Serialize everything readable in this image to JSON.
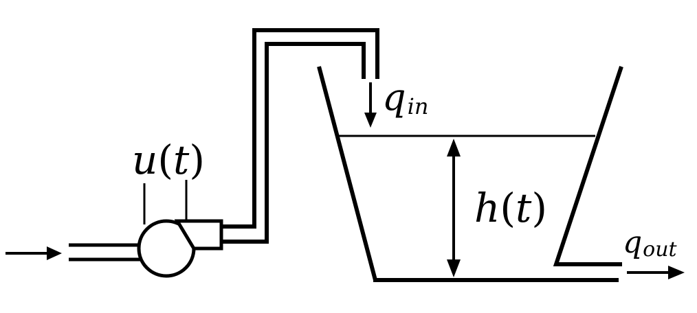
{
  "labels": {
    "u_var": "u",
    "u_arg": "t",
    "q_in_main": "q",
    "q_in_sub": "in",
    "h_var": "h",
    "h_arg": "t",
    "q_out_main": "q",
    "q_out_sub": "out",
    "paren_open": "(",
    "paren_close": ")"
  },
  "colors": {
    "stroke": "#000000",
    "background": "#ffffff"
  }
}
